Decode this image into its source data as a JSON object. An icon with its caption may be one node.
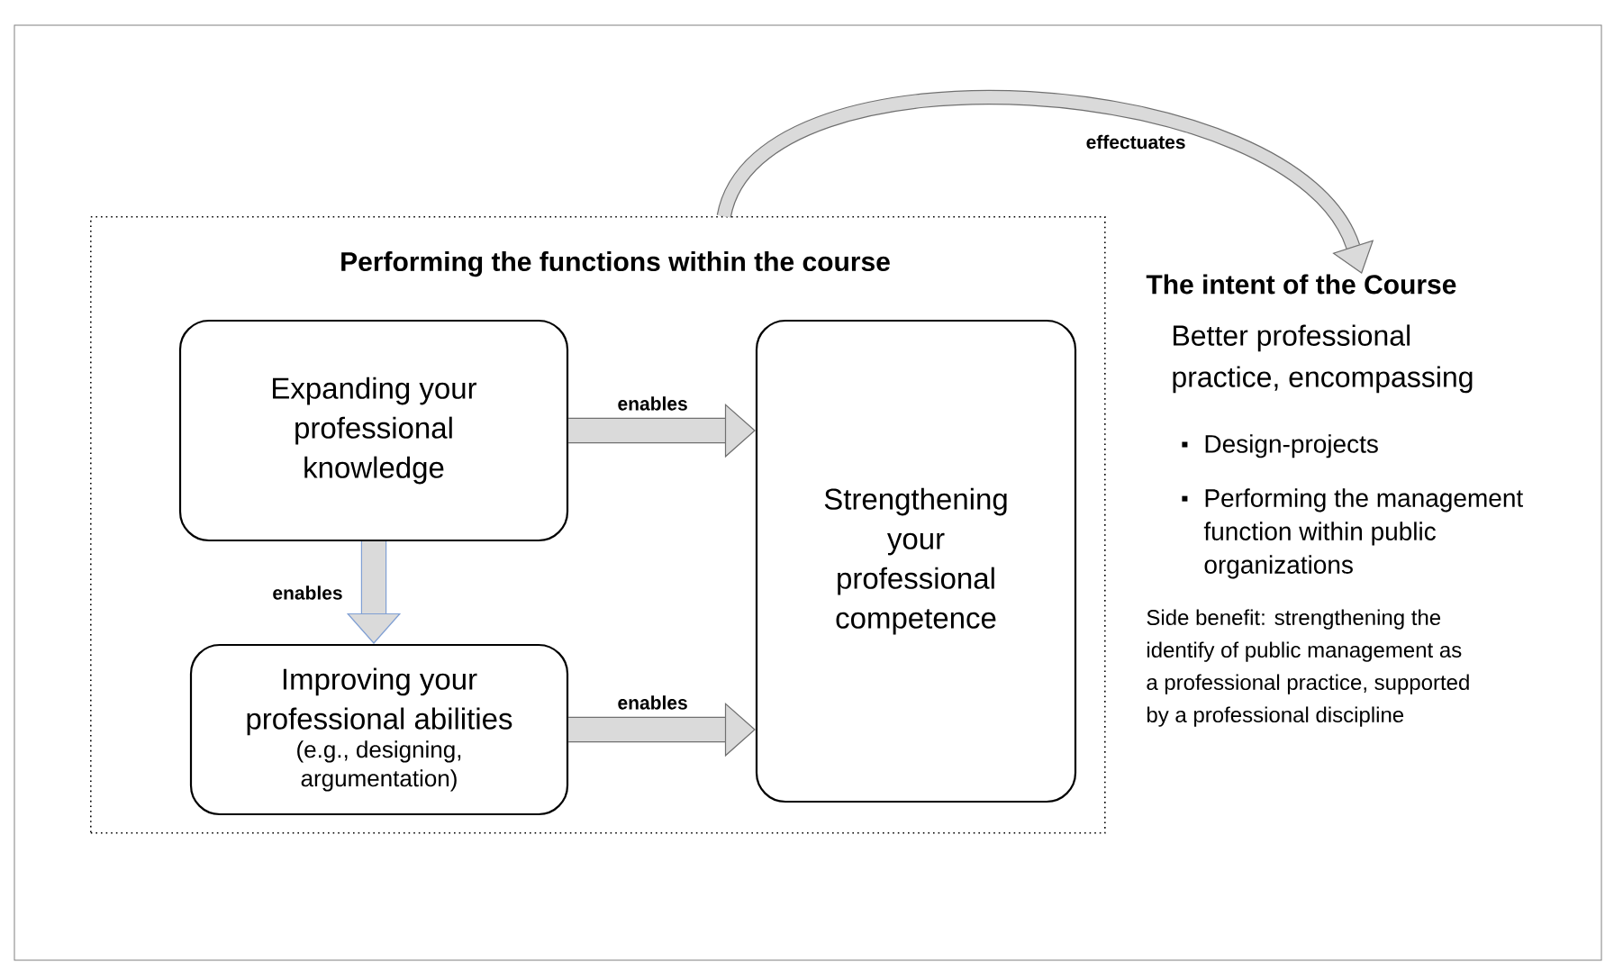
{
  "diagram": {
    "nodes": [
      {
        "text": [
          "Performing the functions within the course"
        ]
      },
      {
        "text": [
          "Expanding your professional knowledge"
        ],
        "in": 0
      },
      {
        "text": [
          "Improving your professional abilities",
          "(e.g., designing, argumentation)"
        ],
        "in": 0
      },
      {
        "text": [
          "Strengthening your professional competence"
        ],
        "in": 0
      },
      {
        "text": [
          "The intent of the Course",
          "Better professional practice, encompassing",
          "Design-projects",
          "Performing the management function within public organizations",
          "Side benefit: strengthening the identify of public management as a professional practice, supported by a professional discipline"
        ]
      }
    ],
    "edges": [
      {
        "from": 0,
        "to": 4,
        "arrow": "to",
        "label": "effectuates"
      },
      {
        "from": 1,
        "to": 3,
        "arrow": "to",
        "label": "enables"
      },
      {
        "from": 1,
        "to": 2,
        "arrow": "to",
        "label": "enables",
        "color": "#7f9fd3"
      },
      {
        "from": 2,
        "to": 3,
        "arrow": "to",
        "label": "enables"
      }
    ]
  }
}
